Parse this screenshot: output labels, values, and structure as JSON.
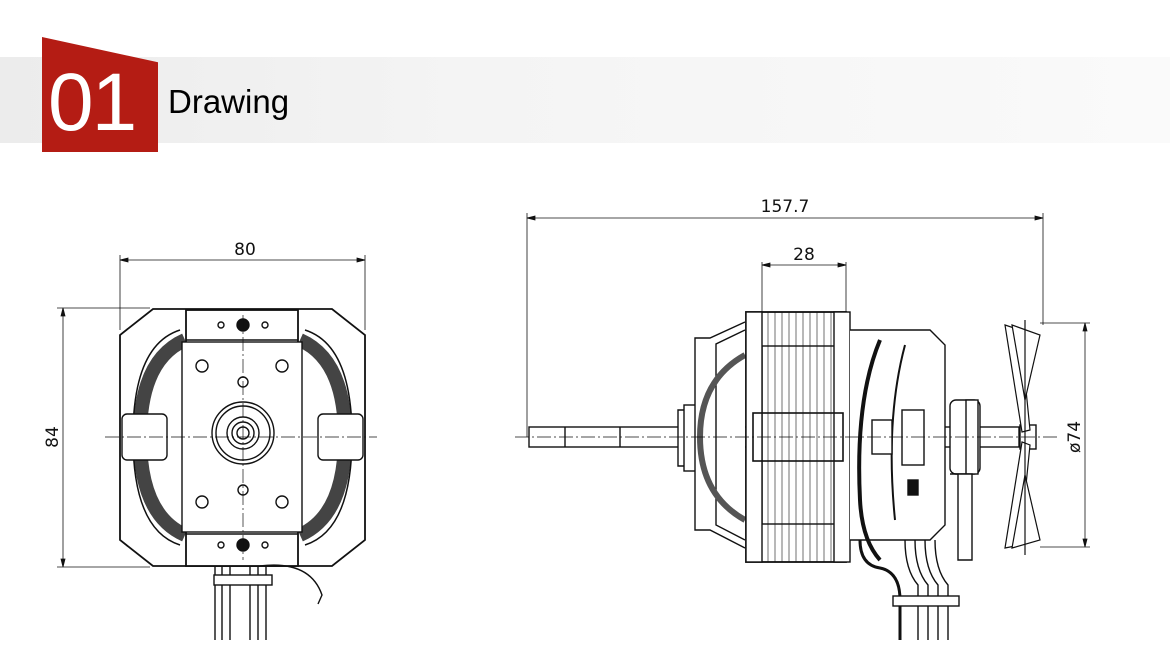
{
  "header": {
    "number": "01",
    "title": "Drawing",
    "accent_color": "#b41c14"
  },
  "front_view": {
    "width_dim": "80",
    "height_dim": "84"
  },
  "side_view": {
    "length_dim": "157.7",
    "stack_dim": "28",
    "fan_diameter_dim": "ø74"
  }
}
